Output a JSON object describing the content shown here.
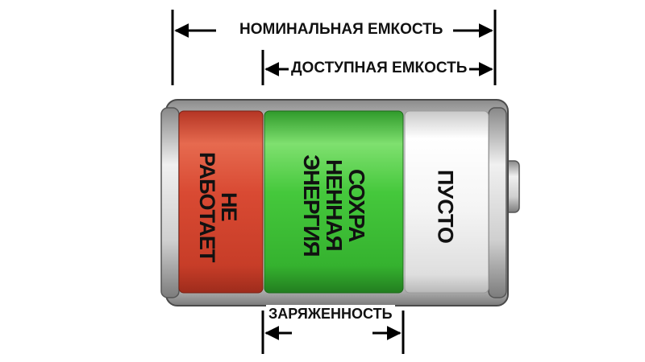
{
  "dimensions": {
    "nominal_capacity": "Номинальная емкость",
    "available_capacity": "Доступная емкость",
    "state_of_charge": "Заряженность"
  },
  "segments": {
    "dead": "Не работает",
    "stored": "Сохра ненная энергия",
    "empty": "Пусто"
  },
  "colors": {
    "dead": "#e0503a",
    "stored": "#3fc43a",
    "empty": "#f2f2f2",
    "casing": "#c8c8c8"
  }
}
